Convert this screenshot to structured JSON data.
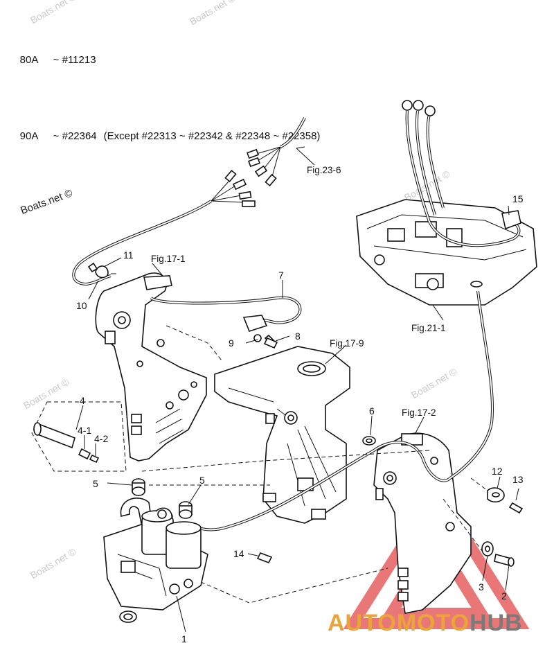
{
  "header": {
    "rows": [
      {
        "model": "80A",
        "range": "~ #11213",
        "note": ""
      },
      {
        "model": "90A",
        "range": "~ #22364",
        "note": "(Except #22313 ~ #22342 & #22348 ~ #22358)"
      }
    ]
  },
  "watermarks": [
    "Boats.net ©",
    "Boats.net ©",
    "Boats.net ©",
    "Boats.net ©",
    "Boats.net ©",
    "Boats.net ©",
    "Boats.net ©"
  ],
  "references": {
    "fig_23_6": "Fig.23-6",
    "fig_17_1": "Fig.17-1",
    "fig_17_9": "Fig.17-9",
    "fig_17_2": "Fig.17-2",
    "fig_21_1": "Fig.21-1"
  },
  "callouts": {
    "c1": "1",
    "c2": "2",
    "c3": "3",
    "c4": "4",
    "c4_1": "4-1",
    "c4_2": "4-2",
    "c5a": "5",
    "c5b": "5",
    "c6": "6",
    "c7": "7",
    "c8": "8",
    "c9": "9",
    "c10": "10",
    "c11": "11",
    "c12": "12",
    "c13": "13",
    "c14": "14",
    "c15": "15"
  },
  "brand": {
    "part1": "AUTOMOTO",
    "part2": "HUB",
    "logo_color": "#e34a4a"
  }
}
